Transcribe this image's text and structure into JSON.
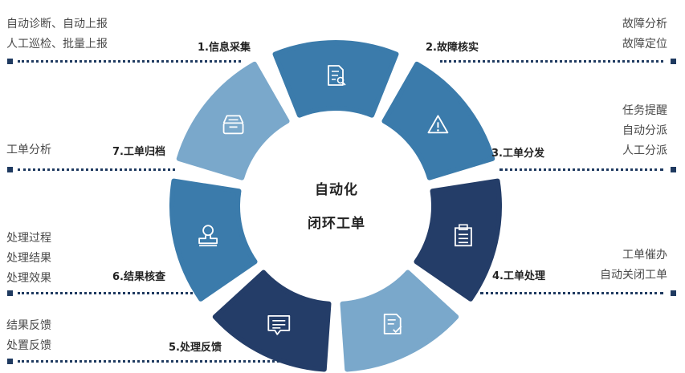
{
  "center": {
    "line1": "自动化",
    "line2": "闭环工单"
  },
  "colors": {
    "blue": "#3b7bab",
    "navy": "#243d68",
    "light": "#7aa8cb",
    "dots": "#1f3a60"
  },
  "segments": [
    {
      "step": "1.信息采集",
      "icon": "document-search-icon",
      "color": "blue",
      "desc": [
        "自动诊断、自动上报",
        "人工巡检、批量上报"
      ]
    },
    {
      "step": "2.故障核实",
      "icon": "warning-icon",
      "color": "blue",
      "desc": [
        "故障分析",
        "故障定位"
      ]
    },
    {
      "step": "3.工单分发",
      "icon": "clipboard-icon",
      "color": "navy",
      "desc": [
        "任务提醒",
        "自动分派",
        "人工分派"
      ]
    },
    {
      "step": "4.工单处理",
      "icon": "document-check-icon",
      "color": "light",
      "desc": [
        "工单催办",
        "自动关闭工单"
      ]
    },
    {
      "step": "5.处理反馈",
      "icon": "message-icon",
      "color": "navy",
      "desc": [
        "结果反馈",
        "处置反馈"
      ]
    },
    {
      "step": "6.结果核查",
      "icon": "stamp-icon",
      "color": "blue",
      "desc": [
        "处理过程",
        "处理结果",
        "处理效果"
      ]
    },
    {
      "step": "7.工单归档",
      "icon": "archive-tray-icon",
      "color": "light",
      "desc": [
        "工单分析"
      ]
    }
  ]
}
